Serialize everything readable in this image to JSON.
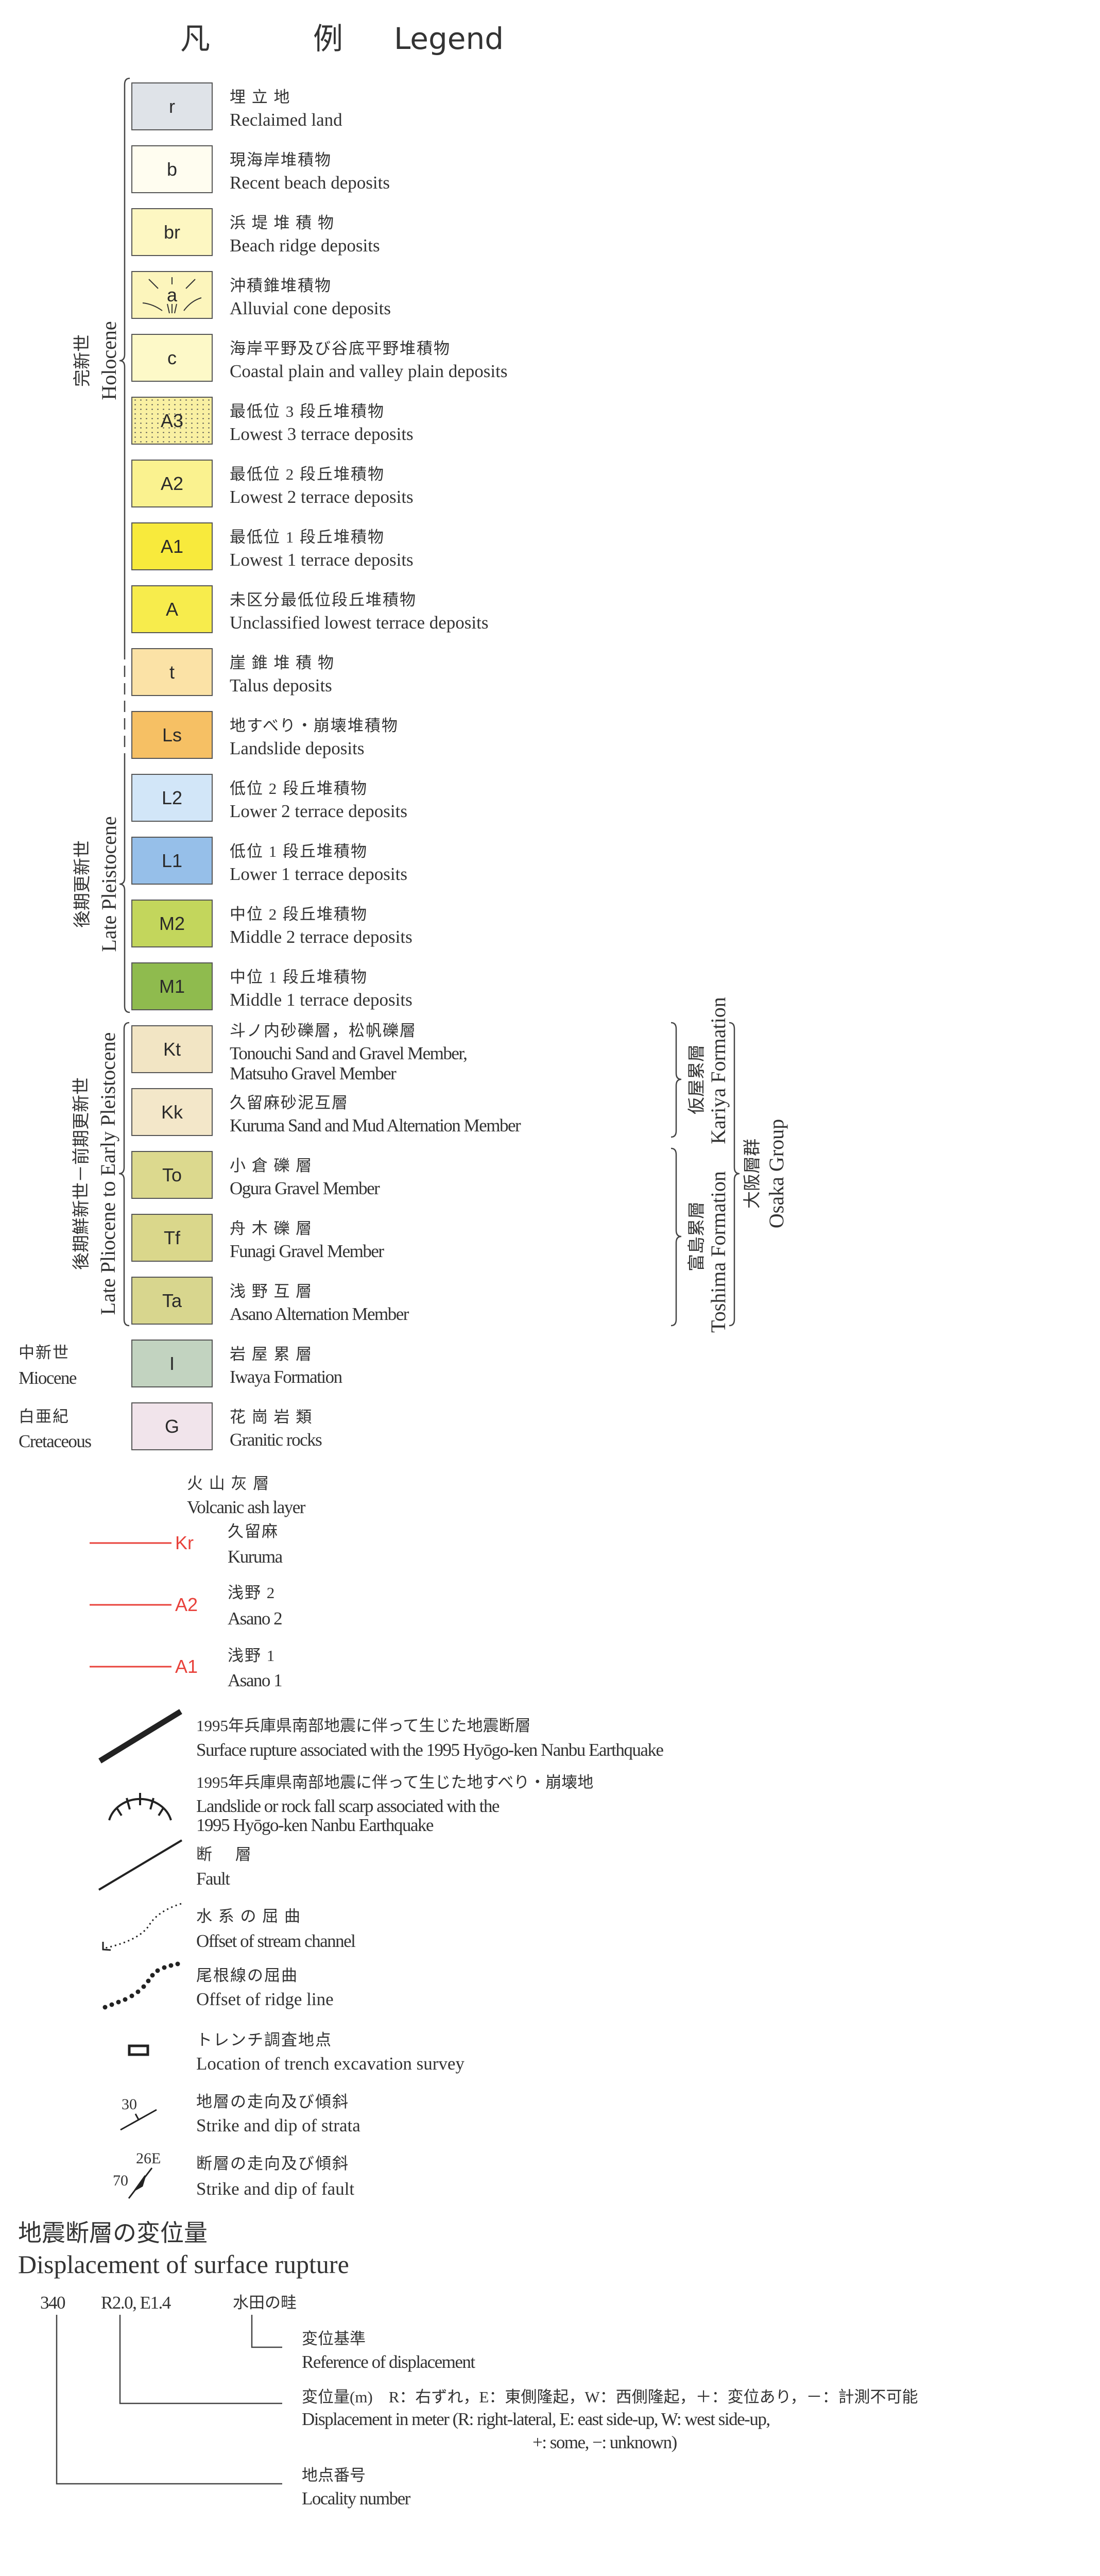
{
  "title": {
    "char1": "凡",
    "char2": "例",
    "en": "Legend"
  },
  "units": [
    {
      "code": "r",
      "jp": "埋 立 地",
      "en": "Reclaimed land",
      "color": "#dfe3e8"
    },
    {
      "code": "b",
      "jp": "現海岸堆積物",
      "en": "Recent beach deposits",
      "color": "#fffdf0"
    },
    {
      "code": "br",
      "jp": "浜 堤 堆 積 物",
      "en": "Beach ridge deposits",
      "color": "#fdf7c2"
    },
    {
      "code": "a",
      "jp": "沖積錐堆積物",
      "en": "Alluvial cone deposits",
      "color": "#fcf5bc",
      "pattern": "alluvial-cone"
    },
    {
      "code": "c",
      "jp": "海岸平野及び谷底平野堆積物",
      "en": "Coastal plain and valley plain deposits",
      "color": "#fdf9c8"
    },
    {
      "code": "A3",
      "jp": "最低位 3 段丘堆積物",
      "en": "Lowest 3 terrace deposits",
      "color": "#f9f0a2",
      "pattern": "dots"
    },
    {
      "code": "A2",
      "jp": "最低位 2 段丘堆積物",
      "en": "Lowest 2 terrace deposits",
      "color": "#faf28f"
    },
    {
      "code": "A1",
      "jp": "最低位 1 段丘堆積物",
      "en": "Lowest 1 terrace deposits",
      "color": "#f8ea3c"
    },
    {
      "code": "A",
      "jp": "未区分最低位段丘堆積物",
      "en": "Unclassified lowest terrace deposits",
      "color": "#f7ec4c"
    },
    {
      "code": "t",
      "jp": "崖 錐 堆 積 物",
      "en": "Talus deposits",
      "color": "#fbe2a6"
    },
    {
      "code": "Ls",
      "jp": "地すべり・崩壊堆積物",
      "en": "Landslide deposits",
      "color": "#f6c064"
    },
    {
      "code": "L2",
      "jp": "低位 2 段丘堆積物",
      "en": "Lower 2 terrace deposits",
      "color": "#d2e6f8"
    },
    {
      "code": "L1",
      "jp": "低位 1 段丘堆積物",
      "en": "Lower 1 terrace deposits",
      "color": "#96bfe9"
    },
    {
      "code": "M2",
      "jp": "中位 2 段丘堆積物",
      "en": "Middle 2 terrace deposits",
      "color": "#c3d65c"
    },
    {
      "code": "M1",
      "jp": "中位 1 段丘堆積物",
      "en": "Middle 1 terrace deposits",
      "color": "#8fbb4e"
    },
    {
      "code": "Kt",
      "jp": "斗ノ内砂礫層，松帆礫層",
      "en": "Tonouchi Sand and Gravel Member,",
      "en2": "Matsuho Gravel Member",
      "color": "#f2e5c4"
    },
    {
      "code": "Kk",
      "jp": "久留麻砂泥互層",
      "en": "Kuruma Sand and Mud Alternation Member",
      "color": "#f3e7c9"
    },
    {
      "code": "To",
      "jp": "小 倉 礫 層",
      "en": "Ogura Gravel Member",
      "color": "#dcd98e"
    },
    {
      "code": "Tf",
      "jp": "舟 木 礫 層",
      "en": "Funagi Gravel Member",
      "color": "#dad78b"
    },
    {
      "code": "Ta",
      "jp": "浅 野 互 層",
      "en": "Asano Alternation Member",
      "color": "#d8d68e"
    },
    {
      "code": "I",
      "jp": "岩 屋 累 層",
      "en": "Iwaya Formation",
      "color": "#c2d3c0"
    },
    {
      "code": "G",
      "jp": "花 崗 岩 類",
      "en": "Granitic rocks",
      "color": "#f1e4eb"
    }
  ],
  "ages": {
    "holocene": {
      "jp": "完新世",
      "en": "Holocene"
    },
    "late_pleistocene": {
      "jp": "後期更新世",
      "en": "Late Pleistocene"
    },
    "pliocene": {
      "jp": "後期鮮新世－前期更新世",
      "en": "Late Pliocene to Early Pleistocene"
    },
    "miocene": {
      "jp": "中新世",
      "en": "Miocene"
    },
    "cretaceous": {
      "jp": "白亜紀",
      "en": "Cretaceous"
    }
  },
  "formations": {
    "kariya": {
      "jp": "仮屋累層",
      "en": "Kariya Formation"
    },
    "toshima": {
      "jp": "富島累層",
      "en": "Toshima Formation"
    },
    "osaka": {
      "jp": "大阪層群",
      "en": "Osaka Group"
    }
  },
  "ash": {
    "heading_jp": "火 山 灰 層",
    "heading_en": "Volcanic ash layer",
    "color": "#e8413a",
    "layers": [
      {
        "code": "Kr",
        "jp": "久留麻",
        "en": "Kuruma"
      },
      {
        "code": "A2",
        "jp": "浅野 2",
        "en": "Asano 2"
      },
      {
        "code": "A1",
        "jp": "浅野 1",
        "en": "Asano 1"
      }
    ]
  },
  "symbols": [
    {
      "icon": "surface-rupture-icon",
      "jp": "1995年兵庫県南部地震に伴って生じた地震断層",
      "en": "Surface rupture associated with the 1995 Hyōgo-ken Nanbu Earthquake"
    },
    {
      "icon": "landslide-scarp-icon",
      "jp": "1995年兵庫県南部地震に伴って生じた地すべり・崩壊地",
      "en": "Landslide or rock fall scarp associated with the",
      "en2": "1995 Hyōgo-ken Nanbu Earthquake"
    },
    {
      "icon": "fault-icon",
      "jp": "断　 層",
      "en": "Fault"
    },
    {
      "icon": "stream-offset-icon",
      "jp": "水 系 の 屈 曲",
      "en": "Offset of stream channel"
    },
    {
      "icon": "ridge-offset-icon",
      "jp": "尾根線の屈曲",
      "en": "Offset of ridge line"
    },
    {
      "icon": "trench-icon",
      "jp": "トレンチ調査地点",
      "en": "Location of trench excavation survey"
    },
    {
      "icon": "strike-dip-strata-icon",
      "jp": "地層の走向及び傾斜",
      "en": "Strike and dip of strata",
      "value": "30"
    },
    {
      "icon": "strike-dip-fault-icon",
      "jp": "断層の走向及び傾斜",
      "en": "Strike and dip of fault",
      "value": "26E",
      "value2": "70"
    }
  ],
  "displacement": {
    "heading_jp": "地震断層の変位量",
    "heading_en": "Displacement of surface rupture",
    "example_locality": "340",
    "example_value": "R2.0, E1.4",
    "example_reference": "水田の畦",
    "reference_jp": "変位基準",
    "reference_en": "Reference of displacement",
    "amount_jp": "変位量(m)　R：右ずれ，E：東側隆起，W：西側隆起，＋：変位あり，－：計測不可能",
    "amount_en": "Displacement in meter (R: right-lateral, E: east side-up, W: west side-up,",
    "amount_en2": "+: some, −: unknown)",
    "locality_jp": "地点番号",
    "locality_en": "Locality number"
  }
}
